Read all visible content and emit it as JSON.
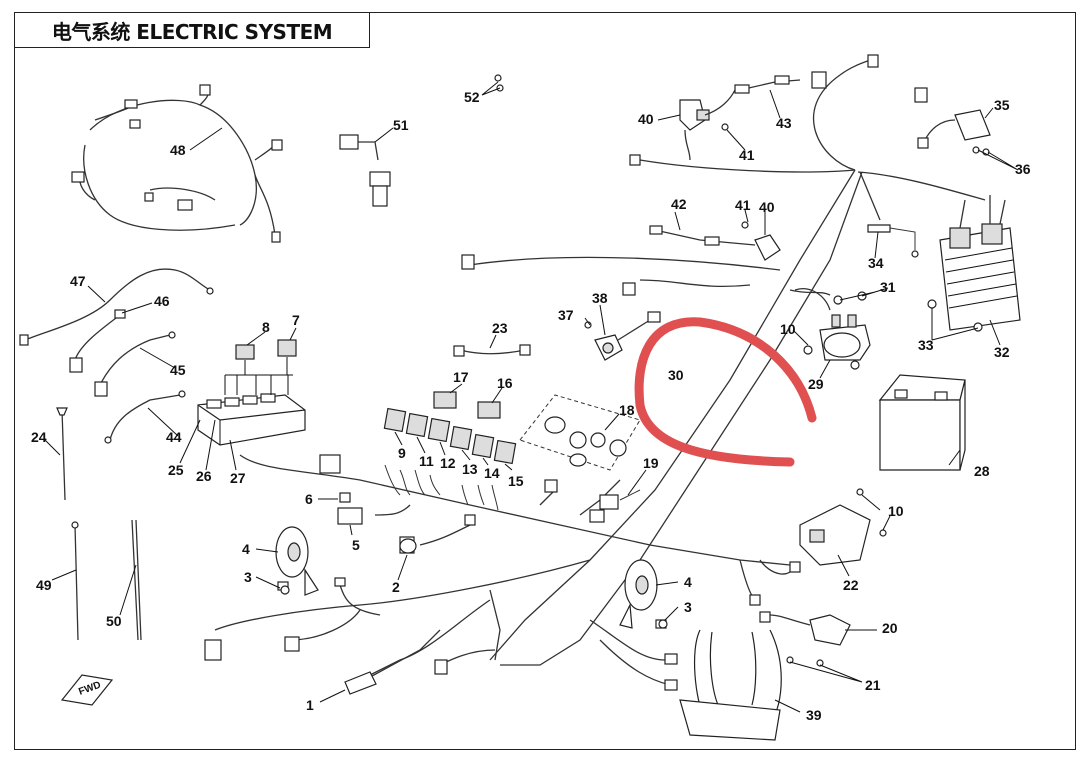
{
  "title": "电气系统 ELECTRIC SYSTEM",
  "fwd_label": "FWD",
  "part_numbers": {
    "p1": "1",
    "p2": "2",
    "p3a": "3",
    "p3b": "3",
    "p4a": "4",
    "p4b": "4",
    "p5": "5",
    "p6": "6",
    "p7": "7",
    "p8": "8",
    "p9": "9",
    "p10a": "10",
    "p10b": "10",
    "p11": "11",
    "p12": "12",
    "p13": "13",
    "p14": "14",
    "p15": "15",
    "p16": "16",
    "p17": "17",
    "p18": "18",
    "p19": "19",
    "p20": "20",
    "p21": "21",
    "p22": "22",
    "p23": "23",
    "p24": "24",
    "p25": "25",
    "p26": "26",
    "p27": "27",
    "p28": "28",
    "p29": "29",
    "p30": "30",
    "p31": "31",
    "p32": "32",
    "p33": "33",
    "p34": "34",
    "p35": "35",
    "p36": "36",
    "p37": "37",
    "p38": "38",
    "p39": "39",
    "p40a": "40",
    "p40b": "40",
    "p41a": "41",
    "p41b": "41",
    "p42": "42",
    "p43": "43",
    "p44": "44",
    "p45": "45",
    "p46": "46",
    "p47": "47",
    "p48": "48",
    "p49": "49",
    "p50": "50",
    "p51": "51",
    "p52": "52"
  },
  "annotation_color": "#e05050",
  "line_color": "#333333"
}
